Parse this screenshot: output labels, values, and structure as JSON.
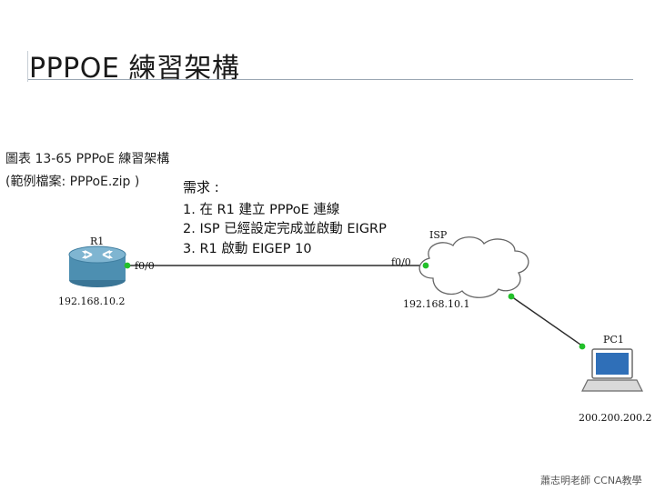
{
  "slide": {
    "title": "PPPOE 練習架構",
    "credit": "蕭志明老師 CCNA教學"
  },
  "figure": {
    "caption": "圖表 13-65  PPPoE 練習架構",
    "file_note": "(範例檔案: PPPoE.zip )"
  },
  "requirements": {
    "heading": "需求 :",
    "items": [
      "1. 在 R1 建立 PPPoE 連線",
      "2. ISP 已經設定完成並啟動 EIGRP",
      "3. R1 啟動 EIGEP 10"
    ]
  },
  "topology": {
    "nodes": {
      "r1": {
        "label": "R1",
        "ip": "192.168.10.2",
        "interface": "f0/0"
      },
      "isp": {
        "label": "ISP",
        "ip": "192.168.10.1",
        "interface": "f0/0"
      },
      "pc1": {
        "label": "PC1",
        "ip": "200.200.200.2"
      }
    },
    "colors": {
      "link": "#2b2b2b",
      "port_up": "#22c02a",
      "router_body": "#4d8fb1",
      "cloud_stroke": "#666666"
    }
  }
}
